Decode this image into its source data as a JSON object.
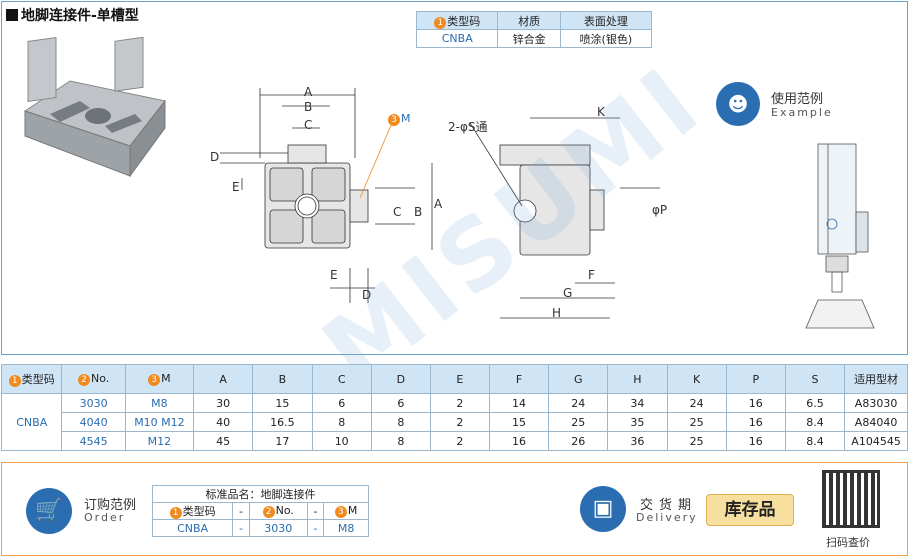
{
  "title": "地脚连接件-单槽型",
  "spec_table": {
    "headers": [
      "类型码",
      "材质",
      "表面处理"
    ],
    "marker": "1",
    "row": [
      "CNBA",
      "锌合金",
      "喷涂(银色)"
    ]
  },
  "drawing_labels": {
    "front": [
      "A",
      "B",
      "C",
      "D",
      "E",
      "E",
      "D",
      "C",
      "B",
      "A"
    ],
    "marker3": "3",
    "m": "M",
    "side_hole": "2-φS通",
    "side": [
      "K",
      "φP",
      "F",
      "G",
      "H"
    ]
  },
  "usage": {
    "label": "使用范例",
    "sub": "Example"
  },
  "dim_table": {
    "headers": [
      "类型码",
      "No.",
      "M",
      "A",
      "B",
      "C",
      "D",
      "E",
      "F",
      "G",
      "H",
      "K",
      "P",
      "S",
      "适用型材"
    ],
    "markers": [
      "1",
      "2",
      "3"
    ],
    "type_code": "CNBA",
    "rows": [
      [
        "3030",
        "M8",
        "30",
        "15",
        "6",
        "6",
        "2",
        "14",
        "24",
        "34",
        "24",
        "16",
        "6.5",
        "A83030"
      ],
      [
        "4040",
        "M10  M12",
        "40",
        "16.5",
        "8",
        "8",
        "2",
        "15",
        "25",
        "35",
        "25",
        "16",
        "8.4",
        "A84040"
      ],
      [
        "4545",
        "M12",
        "45",
        "17",
        "10",
        "8",
        "2",
        "16",
        "26",
        "36",
        "25",
        "16",
        "8.4",
        "A104545"
      ]
    ]
  },
  "order": {
    "label": "订购范例",
    "sub": "Order"
  },
  "std_table": {
    "title": "标准品名：地脚连接件",
    "headers": [
      "类型码",
      "-",
      "No.",
      "-",
      "M"
    ],
    "markers": [
      "1",
      "2",
      "3"
    ],
    "row": [
      "CNBA",
      "-",
      "3030",
      "-",
      "M8"
    ]
  },
  "delivery": {
    "label": "交货期",
    "sub": "Delivery"
  },
  "stock": "库存品",
  "qr_label": "扫码查价",
  "colors": {
    "accent": "#2a6db0",
    "border": "#6aa3c9",
    "header_bg": "#cfe4f5",
    "orange": "#f08a1c",
    "stock_bg": "#f7dfa0"
  }
}
